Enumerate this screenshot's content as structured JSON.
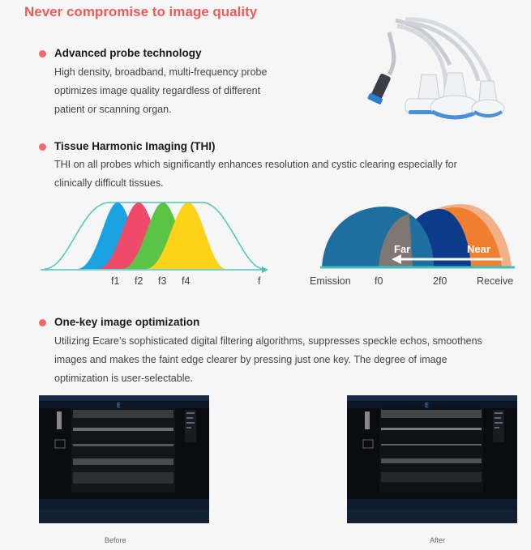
{
  "headline": "Never compromise to image quality",
  "features": [
    {
      "title": "Advanced probe technology",
      "description_lines": [
        "High density, broadband, multi-frequency probe",
        "optimizes image quality regardless of different",
        "patient or scanning organ."
      ]
    },
    {
      "title": "Tissue Harmonic Imaging (THI)",
      "description_lines": [
        "THI on all probes which significantly enhances resolution and cystic clearing especially for",
        "clinically difficult tissues."
      ]
    },
    {
      "title": "One-key image optimization",
      "description_lines": [
        "Utilizing Ecare’s sophisticated digital filtering algorithms, suppresses speckle echos, smoothens",
        "images and makes the faint edge clearer by pressing just one key. The degree of image",
        "optimization is user-selectable."
      ]
    }
  ],
  "thi_frequency_diagram": {
    "labels": [
      "f1",
      "f2",
      "f3",
      "f4",
      "f"
    ],
    "colors": [
      "#1aa3e0",
      "#f04a6a",
      "#5cc444",
      "#ffd21a"
    ]
  },
  "emission_diagram": {
    "far_label": "Far",
    "near_label": "Near",
    "axis_labels": [
      "Emission",
      "f0",
      "2f0",
      "Receive"
    ],
    "colors": [
      "#1e6fa0",
      "#0e3a8c",
      "#f08030",
      "#f2b08a"
    ]
  },
  "comparison": {
    "before_caption": "Before",
    "after_caption": "After"
  }
}
